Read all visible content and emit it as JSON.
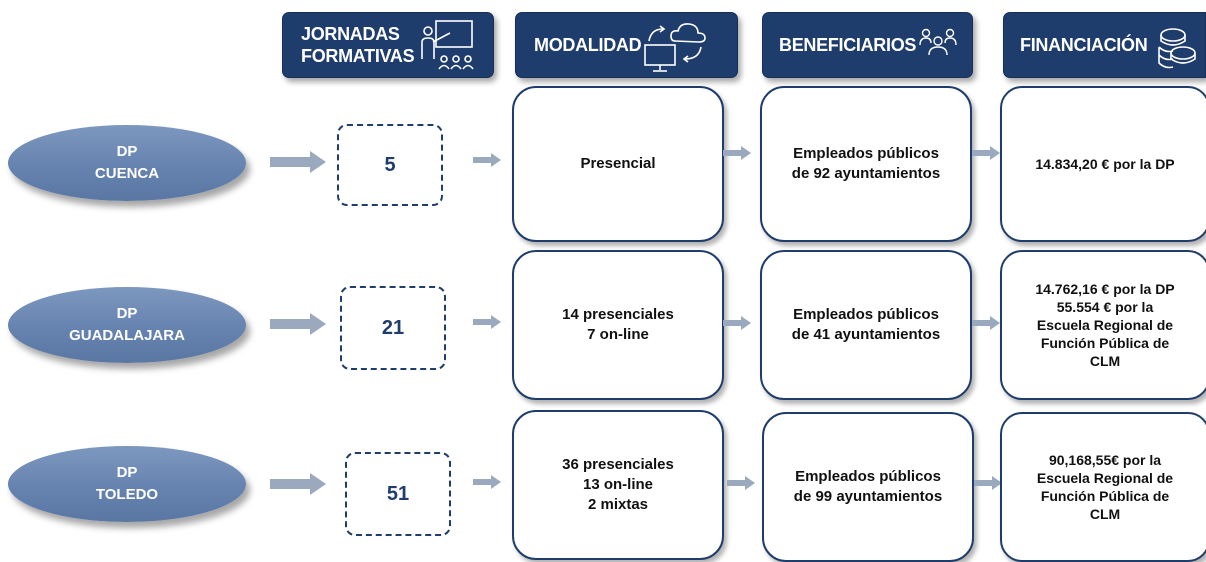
{
  "headers": {
    "jornadas": [
      "JORNADAS",
      "FORMATIVAS"
    ],
    "modalidad": "MODALIDAD",
    "beneficiarios": "BENEFICIARIOS",
    "financiacion": "FINANCIACIÓN"
  },
  "icons": {
    "jornadas": "teacher-board-icon",
    "modalidad": "cloud-computer-icon",
    "beneficiarios": "people-icon",
    "financiacion": "coins-icon"
  },
  "colors": {
    "header_bg": "#1f3d6c",
    "oval": "#6d89b4",
    "arrow": "#9aa9be",
    "border": "#1f3d6c"
  },
  "rows": [
    {
      "label": [
        "DP",
        "CUENCA"
      ],
      "jornadas": "5",
      "modalidad": [
        "Presencial"
      ],
      "beneficiarios": [
        "Empleados públicos",
        "de 92 ayuntamientos"
      ],
      "financiacion": [
        "14.834,20 € por la DP"
      ]
    },
    {
      "label": [
        "DP",
        "GUADALAJARA"
      ],
      "jornadas": "21",
      "modalidad": [
        "14 presenciales",
        "7 on-line"
      ],
      "beneficiarios": [
        "Empleados públicos",
        "de 41 ayuntamientos"
      ],
      "financiacion": [
        "14.762,16 € por la DP",
        "55.554 € por la",
        "Escuela Regional de",
        "Función Pública de",
        "CLM"
      ]
    },
    {
      "label": [
        "DP",
        "TOLEDO"
      ],
      "jornadas": "51",
      "modalidad": [
        "36 presenciales",
        "13 on-line",
        "2 mixtas"
      ],
      "beneficiarios": [
        "Empleados públicos",
        "de 99 ayuntamientos"
      ],
      "financiacion": [
        "90,168,55€ por la",
        "Escuela Regional de",
        "Función Pública de",
        "CLM"
      ]
    }
  ]
}
